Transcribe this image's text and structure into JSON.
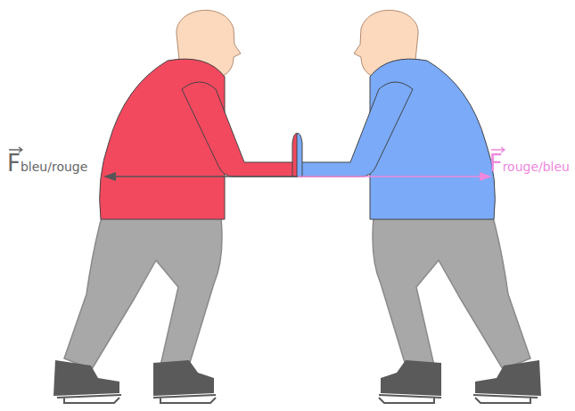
{
  "diagram": {
    "labels": [
      "F",
      "bleu/rouge",
      "F",
      "rouge/bleu"
    ]
  }
}
